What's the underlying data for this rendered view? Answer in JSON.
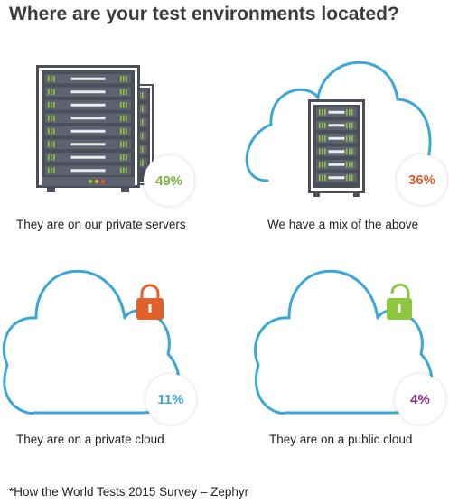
{
  "title": "Where are your test environments located?",
  "chart_data": {
    "type": "infographic",
    "title": "Where are your test environments located?",
    "categories": [
      "They are on our private servers",
      "We have a mix of the above",
      "They are on a private cloud",
      "They are on a public cloud"
    ],
    "values": [
      49,
      36,
      11,
      4
    ],
    "value_labels": [
      "49%",
      "36%",
      "11%",
      "4%"
    ],
    "icons": [
      "server-rack-icon",
      "cloud-server-icon",
      "cloud-locked-icon",
      "cloud-unlocked-icon"
    ],
    "colors": [
      "#7cb342",
      "#e0612a",
      "#3aa7d6",
      "#8e2c8e"
    ]
  },
  "colors": {
    "cloud": "#3aa7d6",
    "server_body": "#4a4f5a",
    "server_slot_green": "#8cc63f",
    "lock_closed": "#e0612a",
    "lock_open": "#8cc63f"
  },
  "footer": "*How the World Tests 2015 Survey – Zephyr"
}
